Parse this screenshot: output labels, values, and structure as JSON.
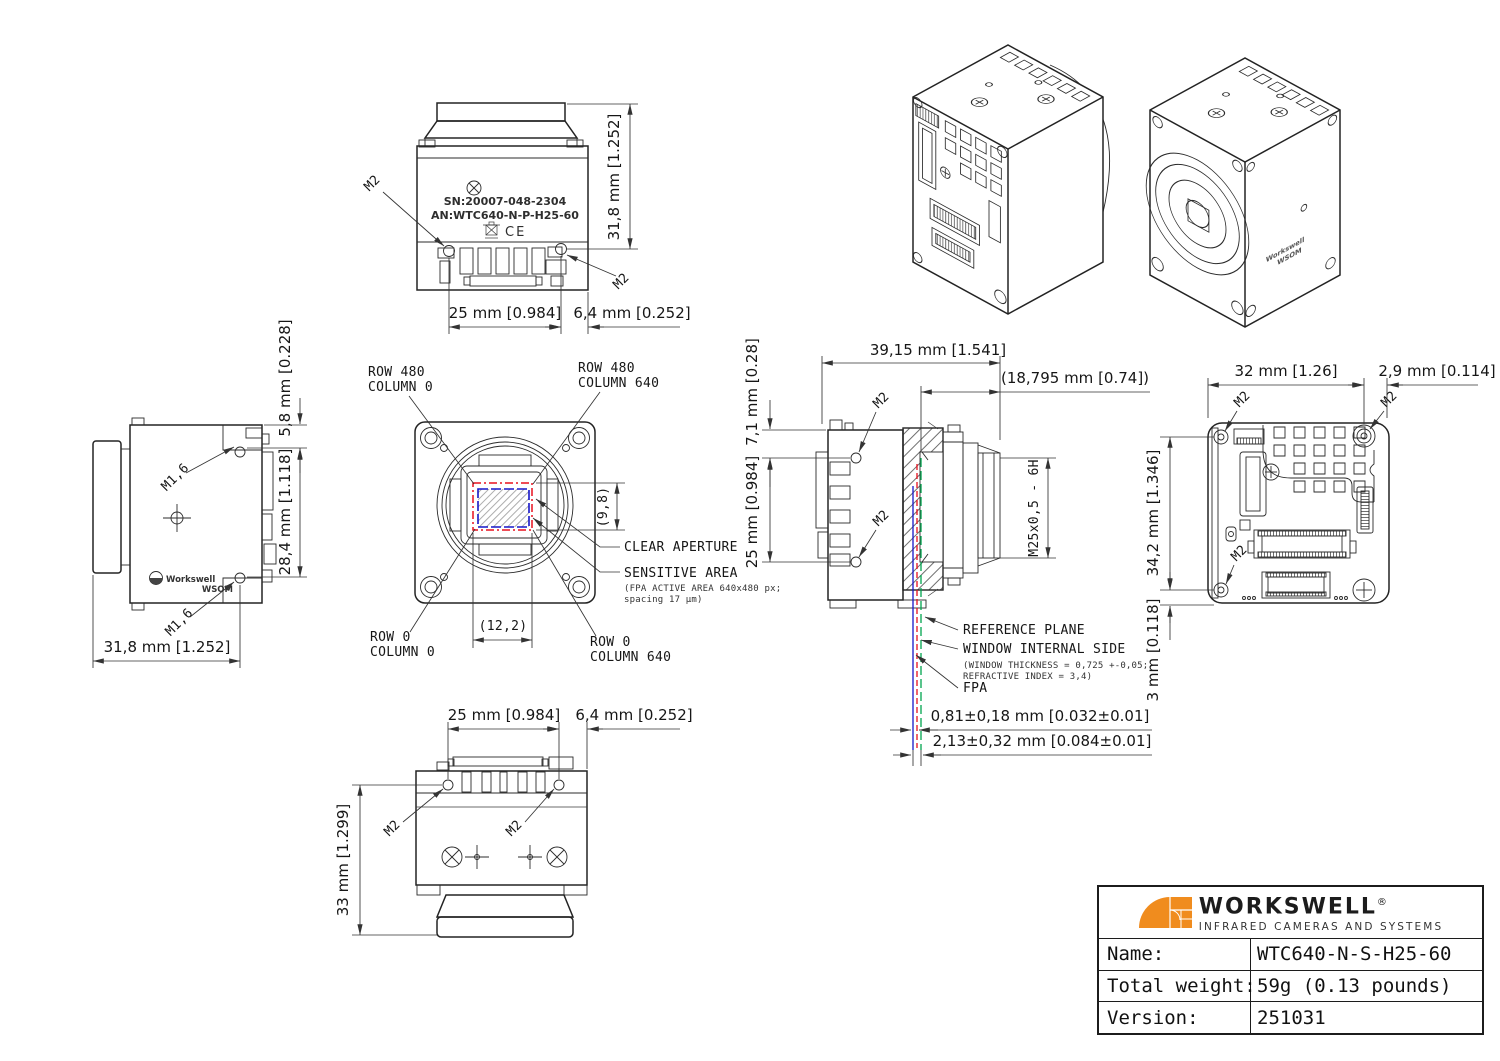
{
  "drawing": {
    "line_color": "#232323",
    "dim_color": "#333333",
    "accent_orange": "#f08c1e",
    "aperture_red": "#e8101e",
    "sensitive_blue": "#1616c8",
    "reference_green": "#00a44e"
  },
  "top_view": {
    "serial_number": "SN:20007-048-2304",
    "article_number": "AN:WTC640-N-P-H25-60",
    "ce_mark": "CE",
    "dim_height": "31,8 mm [1.252]",
    "dim_width": "25 mm [0.984]",
    "dim_offset": "6,4 mm [0.252]",
    "thread_left": "M2",
    "thread_right": "M2"
  },
  "side_view": {
    "logo_brand": "Workswell",
    "logo_model": "WSOM",
    "dim_top": "5,8 mm [0.228]",
    "dim_height": "28,4 mm [1.118]",
    "dim_length": "31,8 mm [1.252]",
    "thread_top": "M1,6",
    "thread_bottom": "M1,6"
  },
  "front_view": {
    "corner_top_left_line1": "ROW 480",
    "corner_top_left_line2": "COLUMN 0",
    "corner_top_right_line1": "ROW 480",
    "corner_top_right_line2": "COLUMN 640",
    "corner_bottom_left_line1": "ROW 0",
    "corner_bottom_left_line2": "COLUMN 0",
    "corner_bottom_right_line1": "ROW 0",
    "corner_bottom_right_line2": "COLUMN 640",
    "clear_aperture_label": "CLEAR APERTURE",
    "sensitive_area_label": "SENSITIVE AREA",
    "sensitive_area_note_line1": "(FPA ACTIVE AREA 640x480 px;",
    "sensitive_area_note_line2": "spacing 17 μm)",
    "dim_width": "(12,2)",
    "dim_height": "(9,8)"
  },
  "section_view": {
    "dim_length": "39,15 mm [1.541]",
    "dim_to_reference": "(18,795 mm [0.74])",
    "dim_top": "7,1 mm [0.28]",
    "dim_height": "25 mm [0.984]",
    "thread_top": "M2",
    "thread_bottom": "M2",
    "lens_thread": "M25x0,5 - 6H",
    "reference_plane_label": "REFERENCE PLANE",
    "window_label": "WINDOW INTERNAL SIDE",
    "window_note_line1": "(WINDOW THICKNESS = 0,725 +-0,05;",
    "window_note_line2": "REFRACTIVE INDEX = 3,4)",
    "fpa_label": "FPA",
    "dim_fpa_depth": "0,81±0,18 mm [0.032±0.01]",
    "dim_window_depth": "2,13±0,32 mm [0.084±0.01]"
  },
  "back_view": {
    "dim_width": "32 mm [1.26]",
    "dim_offset": "2,9 mm [0.114]",
    "dim_height": "34,2 mm [1.346]",
    "dim_bottom": "3 mm [0.118]",
    "thread_top_left": "M2",
    "thread_top_right": "M2",
    "thread_bottom_left": "M2"
  },
  "bottom_view": {
    "dim_width": "25 mm [0.984]",
    "dim_offset": "6,4 mm [0.252]",
    "dim_height": "33 mm [1.299]",
    "thread_left": "M2",
    "thread_right": "M2"
  },
  "iso_views": {
    "logo_line1": "Workswell",
    "logo_line2": "WSOM"
  },
  "title_block": {
    "brand": "WORKSWELL",
    "registered_mark": "®",
    "tagline": "INFRARED CAMERAS AND SYSTEMS",
    "rows": [
      {
        "label": "Name:",
        "value": "WTC640-N-S-H25-60"
      },
      {
        "label": "Total weight:",
        "value": "59g (0.13 pounds)"
      },
      {
        "label": "Version:",
        "value": "251031"
      }
    ]
  }
}
